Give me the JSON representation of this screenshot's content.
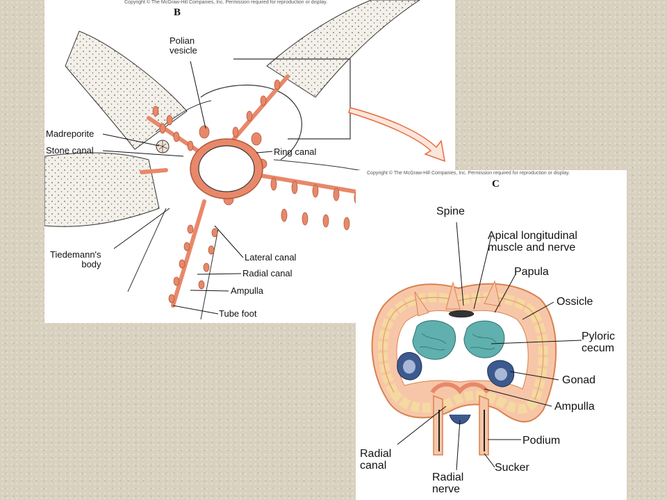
{
  "copyright": "Copyright © The McGraw-Hill Companies, Inc. Permission required for reproduction or display.",
  "panel_b": {
    "letter": "B",
    "labels": {
      "polian": "Polian\nvesicle",
      "madreporite": "Madreporite",
      "stone_canal": "Stone canal",
      "ring_canal": "Ring canal",
      "tiedemann": "Tiedemann's\nbody",
      "lateral_canal": "Lateral canal",
      "radial_canal": "Radial canal",
      "ampulla": "Ampulla",
      "tube_foot": "Tube foot"
    }
  },
  "panel_c": {
    "letter": "C",
    "labels": {
      "spine": "Spine",
      "apical": "Apical longitudinal\nmuscle and nerve",
      "papula": "Papula",
      "ossicle": "Ossicle",
      "pyloric": "Pyloric\ncecum",
      "gonad": "Gonad",
      "ampulla": "Ampulla",
      "podium": "Podium",
      "radial_canal": "Radial\ncanal",
      "sucker": "Sucker",
      "radial_nerve": "Radial\nnerve"
    }
  },
  "colors": {
    "canal": "#e8886a",
    "canal_dark": "#c0603f",
    "stipple": "#f2efe9",
    "pyloric": "#5fb0ae",
    "gonad": "#3d5a8f",
    "ossicle": "#f4d9a0",
    "arrow": "#e86a3a"
  }
}
